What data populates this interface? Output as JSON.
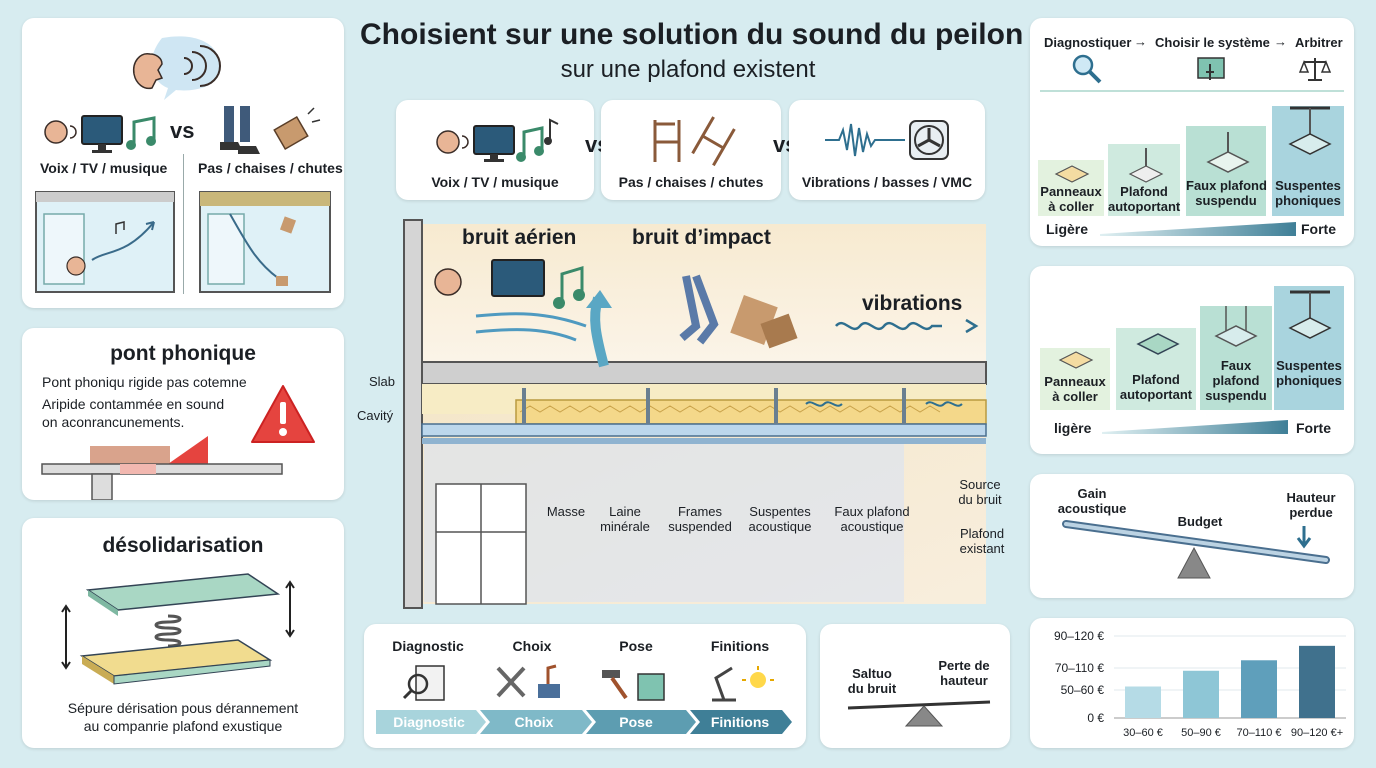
{
  "title": {
    "line1": "Choisient sur  une solution du sound du peilon",
    "line2": "sur une plafond existent"
  },
  "noise_panel": {
    "vs": "vs",
    "left_label": "Voix / TV / musique",
    "right_label": "Pas / chaises / chutes"
  },
  "noise_types": [
    {
      "label": "Voix / TV / musique"
    },
    {
      "label": "Pas / chaises / chutes"
    },
    {
      "label": "Vibrations / basses / VMC"
    }
  ],
  "vs_label": "vs",
  "pont": {
    "title": "pont phonique",
    "lines": [
      "Pont phoniqu rigide pas cotemne",
      "Aripide contammée en sound",
      "on aconrancunements."
    ]
  },
  "desol": {
    "title": "désolidarisation",
    "caption": [
      "Sépure dérisation pous dérannement",
      "au companrie plafond exustique"
    ]
  },
  "diagram": {
    "bruit_aerien": "bruit aérien",
    "bruit_impact": "bruit d’impact",
    "vibrations": "vibrations",
    "slab": "Slab",
    "cavity": "Cavitý",
    "labels": [
      {
        "line1": "Masse",
        "line2": ""
      },
      {
        "line1": "Laine",
        "line2": "minérale"
      },
      {
        "line1": "Frames",
        "line2": "suspended"
      },
      {
        "line1": "Suspentes",
        "line2": "acoustique"
      },
      {
        "line1": "Faux plafond",
        "line2": "acoustique"
      }
    ],
    "source": [
      "Source",
      "du bruit"
    ],
    "plafond": [
      "Plafond",
      "existant"
    ]
  },
  "steps": {
    "items": [
      {
        "title": "Diagnostic",
        "label": "Diagnostic"
      },
      {
        "title": "Choix",
        "label": "Choix"
      },
      {
        "title": "Pose",
        "label": "Pose"
      },
      {
        "title": "Finitions",
        "label": "Finitions"
      }
    ],
    "colors": [
      "#a8d4dc",
      "#7fb9c8",
      "#5d9db1",
      "#3f7f97"
    ]
  },
  "balance_small": {
    "left": [
      "Saltuo",
      "du bruit"
    ],
    "right": [
      "Perte de",
      "hauteur"
    ]
  },
  "flow": {
    "steps": [
      "Diagnostiquer",
      "Choisir le système",
      "Arbitrer"
    ],
    "arrow": "→",
    "options": [
      {
        "line1": "Panneaux",
        "line2": "à coller"
      },
      {
        "line1": "Plafond",
        "line2": "autoportant"
      },
      {
        "line1": "Faux plafond",
        "line2": "suspendu"
      },
      {
        "line1": "Suspentes",
        "line2": "phoniques"
      }
    ],
    "low": "Ligère",
    "high": "Forte"
  },
  "options2": {
    "items": [
      {
        "line1": "Panneaux",
        "line2": "à coller",
        "line3": ""
      },
      {
        "line1": "Plafond",
        "line2": "autoportant",
        "line3": ""
      },
      {
        "line1": "Faux",
        "line2": "plafond",
        "line3": "suspendu"
      },
      {
        "line1": "Suspentes",
        "line2": "phoniques",
        "line3": ""
      }
    ],
    "low": "ligère",
    "high": "Forte"
  },
  "tradeoff": {
    "gain": [
      "Gain",
      "acoustique"
    ],
    "budget": "Budget",
    "hauteur": [
      "Hauteur",
      "perdue"
    ]
  },
  "chart_data": {
    "type": "bar",
    "categories": [
      "30–60 €",
      "50–90 €",
      "70–110 €",
      "90–120 €+"
    ],
    "values": [
      48,
      72,
      88,
      110
    ],
    "y_tick_labels": [
      "90–120 €",
      "70–110 €",
      "50–60 €",
      "0 €"
    ],
    "colors": [
      "#b5dbe6",
      "#8ec6d6",
      "#5f9fbb",
      "#40718d"
    ],
    "ylim": [
      0,
      125
    ]
  }
}
